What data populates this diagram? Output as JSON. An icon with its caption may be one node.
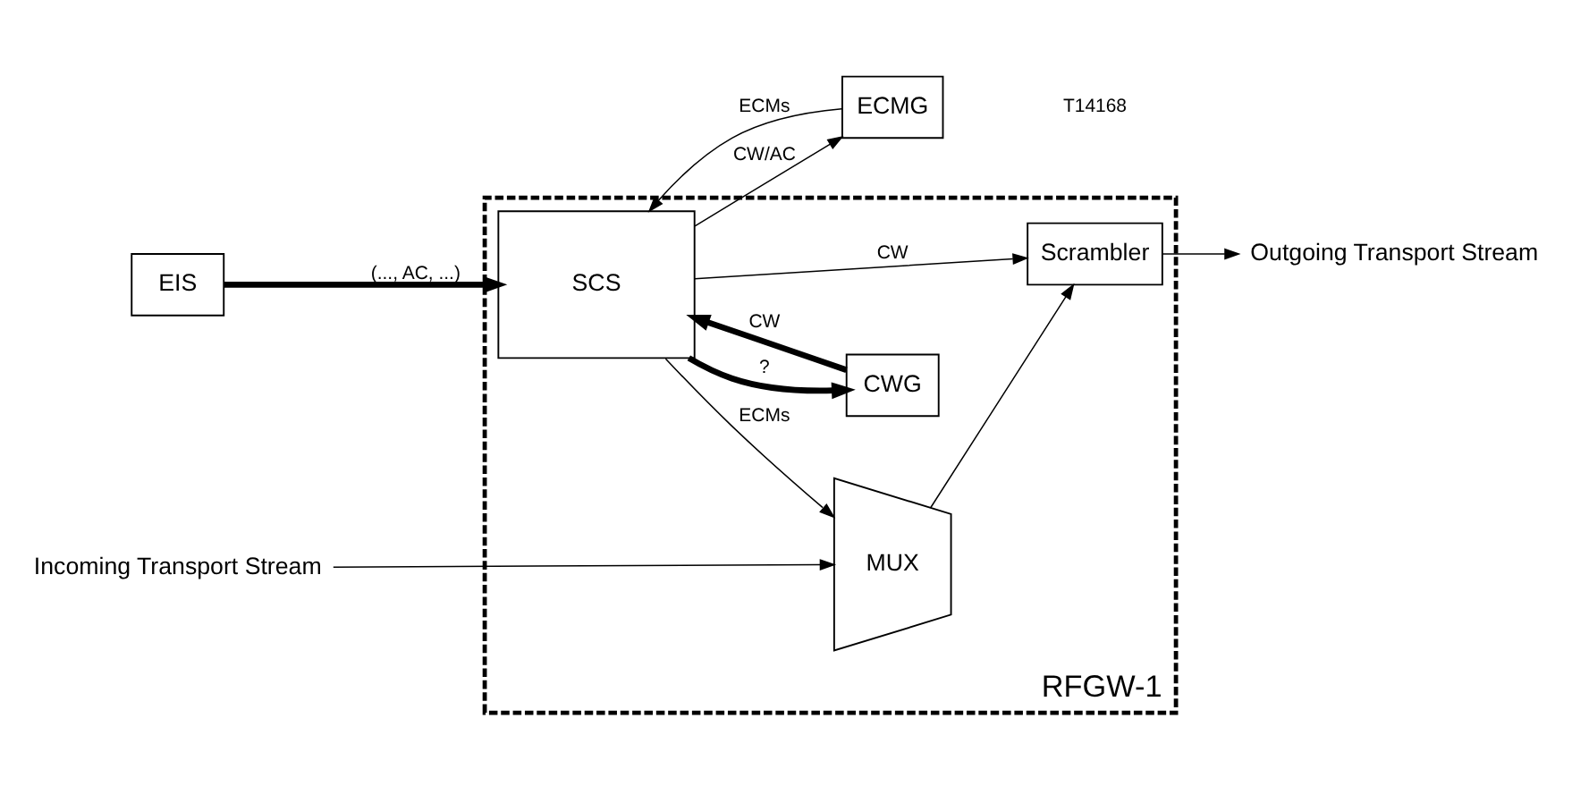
{
  "diagram": {
    "nodes": [
      {
        "text": [
          "RFGW-1"
        ]
      },
      {
        "text": [
          "Incoming Transport Stream"
        ]
      },
      {
        "text": [
          "MUX"
        ],
        "in": 0
      },
      {
        "text": [
          "Scrambler"
        ],
        "in": 0
      },
      {
        "text": [
          "Outgoing Transport Stream"
        ]
      },
      {
        "text": [
          "CWG"
        ],
        "in": 0
      },
      {
        "text": [
          "SCS"
        ],
        "in": 0
      },
      {
        "text": [
          "EIS"
        ]
      },
      {
        "text": [
          "ECMG"
        ]
      }
    ],
    "edges": [
      {
        "from": 1,
        "to": 2,
        "arrow": "to"
      },
      {
        "from": 2,
        "to": 3,
        "arrow": "to"
      },
      {
        "from": 3,
        "to": 4,
        "arrow": "to"
      },
      {
        "from": 6,
        "to": 2,
        "arrow": "to",
        "label": "ECMs"
      },
      {
        "from": 6,
        "to": 3,
        "arrow": "to",
        "label": "CW"
      },
      {
        "from": 6,
        "to": 5,
        "arrow": "to",
        "label": "?",
        "style": "thick"
      },
      {
        "from": 5,
        "to": 6,
        "arrow": "to",
        "label": "CW",
        "style": "thick"
      },
      {
        "from": 7,
        "to": 6,
        "arrow": "to",
        "label": "(..., AC, ...)",
        "style": "thick"
      },
      {
        "from": 6,
        "to": 8,
        "arrow": "to",
        "label": "CW/AC"
      },
      {
        "from": 8,
        "to": 6,
        "arrow": "to",
        "label": "ECMs"
      }
    ],
    "labels": [
      "T14168"
    ]
  }
}
